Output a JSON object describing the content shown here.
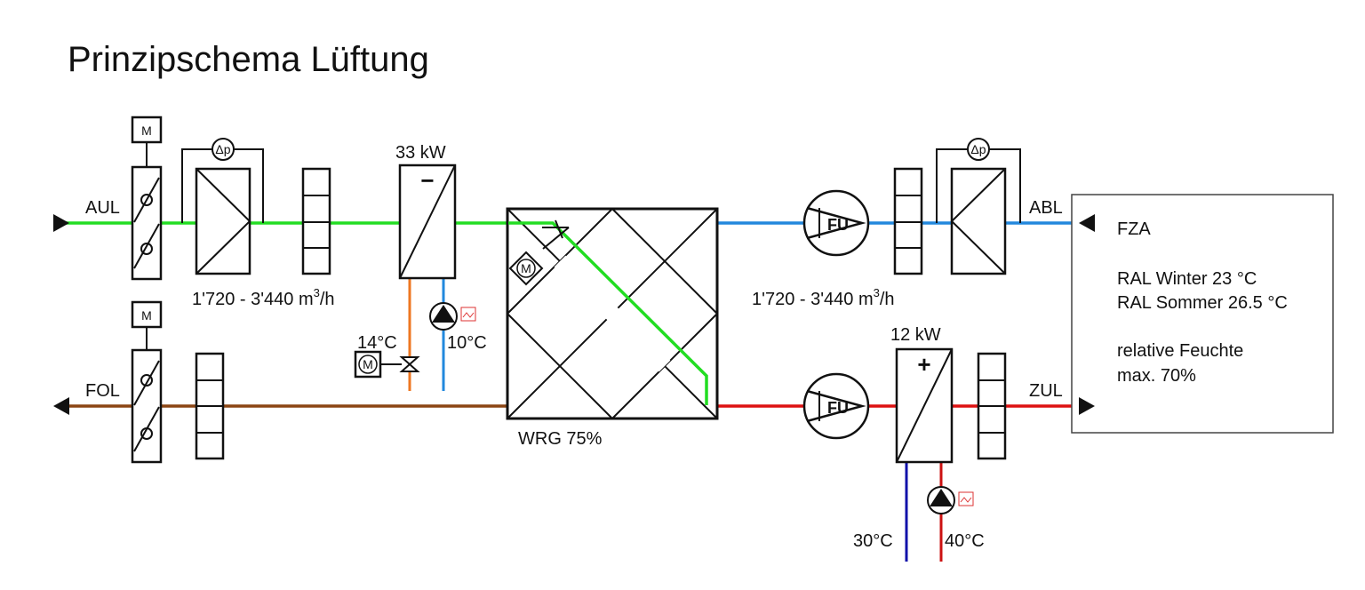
{
  "title": "Prinzipschema Lüftung",
  "colors": {
    "outside_air": "#22dd22",
    "exhaust_air": "#2288dd",
    "supply_air": "#dd1111",
    "waste_air": "#8b4513",
    "cooling_return": "#ee7722",
    "cooling_supply": "#2288dd",
    "heating_supply": "#1111aa",
    "heating_return": "#cc1111"
  },
  "labels": {
    "aul": "AUL",
    "fol": "FOL",
    "abl": "ABL",
    "zul": "ZUL",
    "motor": "M",
    "delta_p": "Δp",
    "fan_vfd": "FU",
    "minus": "−",
    "plus": "+"
  },
  "cooler": {
    "power": "33 kW",
    "temp_left": "14°C",
    "temp_right": "10°C"
  },
  "heater": {
    "power": "12 kW",
    "temp_left": "30°C",
    "temp_right": "40°C"
  },
  "flow": {
    "left_prefix": "1'720 - 3'440 m",
    "left_sup": "3",
    "left_suffix": "/h",
    "right_prefix": "1'720 - 3'440 m",
    "right_sup": "3",
    "right_suffix": "/h"
  },
  "wrg": {
    "label": "WRG 75%"
  },
  "info_box": {
    "heading": "FZA",
    "line1": "RAL Winter 23 °C",
    "line2": "RAL Sommer 26.5 °C",
    "line3": "relative Feuchte",
    "line4": "max. 70%"
  }
}
